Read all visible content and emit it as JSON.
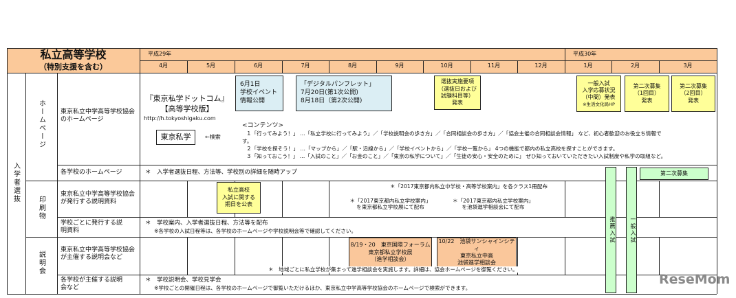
{
  "header": {
    "title": "私立高等学校",
    "subtitle": "（特別支援を含む）",
    "year1": "平成29年",
    "year2": "平成30年",
    "months": [
      "4月",
      "5月",
      "6月",
      "7月",
      "8月",
      "9月",
      "10月",
      "11月",
      "12月",
      "1月",
      "2月",
      "3月"
    ]
  },
  "category": "入学者選抜",
  "groups": {
    "homepage": "ホームページ",
    "print": "印刷物",
    "briefing": "説明会"
  },
  "rows": {
    "assoc_hp": "東京私立中学高等学校協会のホームページ",
    "school_hp": "各学校のホームページ",
    "assoc_print": "東京私立中学高等学校協会が発行する説明資料",
    "school_print": "学校ごとに発行する説明資料",
    "assoc_brief": "東京私立中学高等学校協会が主催する説明会など",
    "school_brief": "各学校が主催する説明会など"
  },
  "assoc_hp": {
    "site_name": "『東京私学ドットコム』",
    "site_sub": "【高等学校版】",
    "url": "http://h.tokyoshigaku.com",
    "search_term": "東京私学",
    "search_hint": "←検索",
    "event_box": [
      "6月1日",
      "学校イベント",
      "情報公開"
    ],
    "pamphlet_box": [
      "「デジタルパンフレット」",
      "7月20日(第1次公開)",
      "8月18日（第2次公開)"
    ],
    "selection_box": [
      "選抜実施要項",
      "（選抜日および",
      "試験科目等）",
      "発表"
    ],
    "general_box": [
      "一般入試",
      "入学応募状況",
      "（中間）発表",
      "※生活文化局HP"
    ],
    "second1_box": [
      "第二次募集",
      "（1回目）",
      "発表"
    ],
    "second2_box": [
      "第二次募集",
      "（2回目）",
      "発表"
    ],
    "contents_title": "<コンテンツ>",
    "contents": [
      "１「行ってみよう！」 …「私立学校に行ってみよう」／「学校説明会の歩き方」／「合同相談会の歩き方」／「協会主催の合同相談会情報」 など、初心者歓迎のお役立ち情報で",
      "す。",
      "２「学校を探そう！」 …「マップから」／「駅・沿線から」／「学校イベントから」／「学校一覧から」 4つの機能で都内の私立高校を探すことができます。",
      "３「知っておこう！」 …「入試のこと」／「お金のこと」／「東京の私学について」／「生徒の安心・安全のために」 ぜひ知っておいていただきたい入試制度や私学の取組など。"
    ]
  },
  "school_hp": {
    "note": "＊　入学者選抜日程、方法等、学校別の詳細を随時アップ",
    "second_recruit": "第二次募集"
  },
  "assoc_print": {
    "date_box": [
      "私立高校",
      "入試に関する",
      "期日を公表"
    ],
    "class_dist": "＊「2017東京都内私立中学校・高等学校案内」を各クラス1冊配布",
    "fair_dist": [
      "＊「2017東京都内私立学校案内」",
      "を東京都私立学校展にて配布"
    ],
    "ikebukuro_dist": [
      "＊「2017東京都内私立学校案内」",
      "を池袋進学相談会にて配布"
    ]
  },
  "school_print": {
    "note1": "＊　学校案内、入学者選抜日程、方法等を配布",
    "note2": "※各学校の入試日程等は、各学校のホームページや学校説明会等で確認してください。"
  },
  "exam_bars": {
    "recommend": "推薦入試",
    "general": "一般入試"
  },
  "assoc_brief": {
    "fair_box": [
      "8/19・20　東京国際フォーラム",
      "東京都私立学校展",
      "（進学相談会）"
    ],
    "ikebukuro_box": [
      "10/22　池袋サンシャインシティ",
      "東京私立中高",
      "池袋進学相談会"
    ],
    "note": "＊　地域ごとに私立学校が集まって進学相談会を実施します。詳細は、協会ホームページを御覧ください。"
  },
  "school_brief": {
    "note1": "＊　学校説明会、学校見学会",
    "note2": "※学校ごとの開催日程は、各学校のホームページで御覧いただけるほか、東京私立中学高等学校協会のホームページで検索ができます。"
  },
  "watermark": "ReseMom"
}
